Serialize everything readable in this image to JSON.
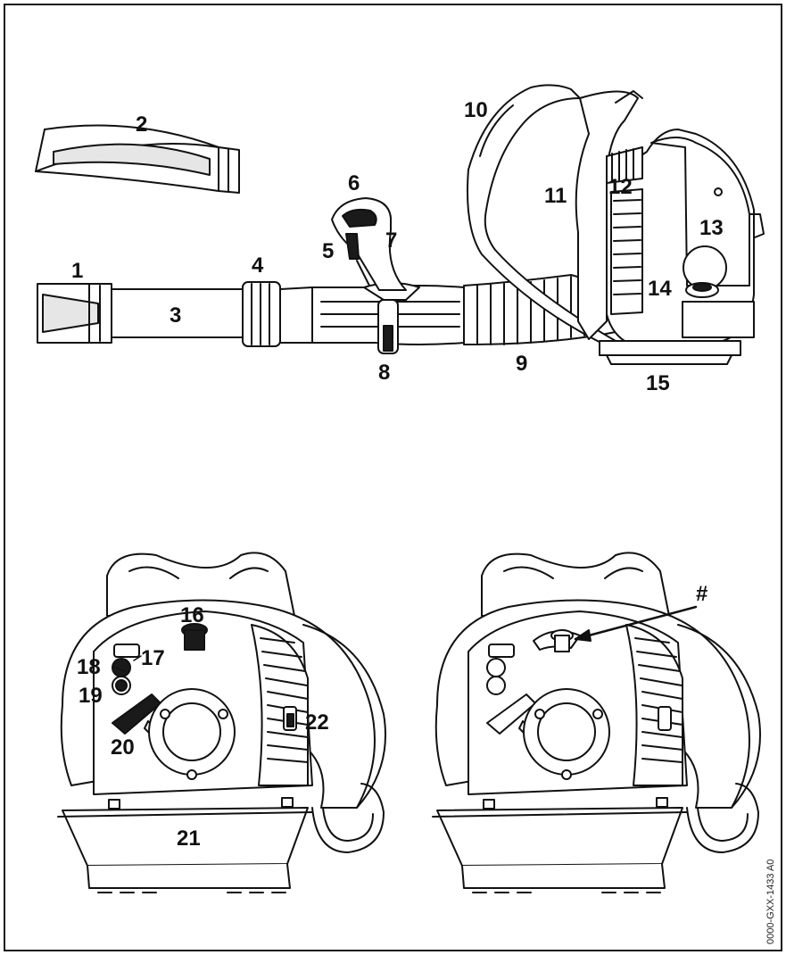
{
  "colors": {
    "line": "#111111",
    "fill": "#ffffff",
    "shade": "#d9d9d9",
    "dark": "#1a1a1a",
    "frame": "#1a1a1a"
  },
  "labels": {
    "l1": "1",
    "l2": "2",
    "l3": "3",
    "l4": "4",
    "l5": "5",
    "l6": "6",
    "l7": "7",
    "l8": "8",
    "l9": "9",
    "l10": "10",
    "l11": "11",
    "l12": "12",
    "l13": "13",
    "l14": "14",
    "l15": "15",
    "l16": "16",
    "l17": "17",
    "l18": "18",
    "l19": "19",
    "l20": "20",
    "l21": "21",
    "l22": "22",
    "hash": "#"
  },
  "reference_code": "0000-GXX-1433 A0"
}
